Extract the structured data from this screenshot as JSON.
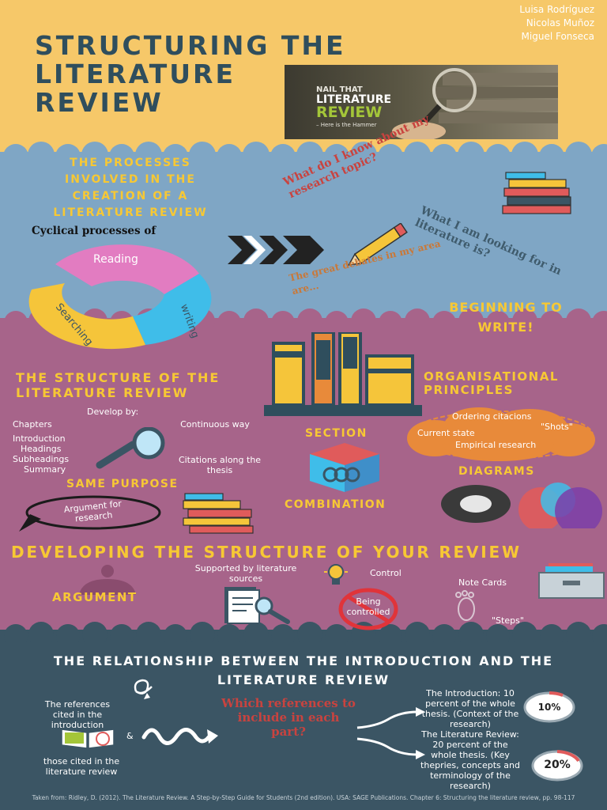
{
  "authors": [
    "Luisa Rodríguez",
    "Nicolas Muñoz",
    "Miguel Fonseca"
  ],
  "title_lines": [
    "STRUCTURING THE",
    "LITERATURE",
    "REVIEW"
  ],
  "hero": {
    "line1": "NAIL THAT",
    "line2": "LITERATURE",
    "line3": "REVIEW",
    "line4": "– Here is the Hammer"
  },
  "processes": {
    "heading": "The processes involved in the creation of a literature review",
    "cyclical": "Cyclical processes of",
    "cycle": [
      "Reading",
      "writing",
      "Searching"
    ],
    "q1": "What do I know about my research topic?",
    "q2": "What I am looking for in literature is?",
    "q3": "The great debates in my area are...",
    "beginning": "Beginning to write!"
  },
  "structure": {
    "heading": "THE STRUCTURE OF THE LITERATURE REVIEW",
    "develop_by": "Develop by:",
    "chapters": "Chapters",
    "list": [
      "Introduction",
      "Headings",
      "Subheadings",
      "Summary"
    ],
    "continuous": "Continuous way",
    "citations": "Citations along the thesis",
    "same_purpose": "SAME PURPOSE",
    "argument": "Argument for research",
    "section": "SECTION",
    "combination": "COMBINATION"
  },
  "organisational": {
    "heading": "ORGANISATIONAL PRINCIPLES",
    "items": [
      "Ordering citacions",
      "\"Shots\"",
      "Current state",
      "Empirical research"
    ],
    "diagrams": "DIAGRAMS"
  },
  "developing": {
    "heading": "DEVELOPING THE STRUCTURE OF YOUR REVIEW",
    "argument": "ARGUMENT",
    "supported": "Supported by literature sources",
    "control": "Control",
    "being_controlled": "Being controlled",
    "note_cards": "Note Cards",
    "steps": "\"Steps\""
  },
  "relationship": {
    "heading": "THE RELATIONSHIP BETWEEN THE INTRODUCTION AND THE LITERATURE REVIEW",
    "refs_intro": "The references cited in the introduction",
    "amp": "&",
    "refs_review": "those cited in the literature review",
    "which": "Which references to include in each part?",
    "intro_desc": "The Introduction: 10 percent of the whole thesis. (Context of the research)",
    "review_desc": "The Literature Review: 20 percent of the whole thesis. (Key thepries, concepts and terminology of the research)",
    "pct1": "10%",
    "pct2": "20%"
  },
  "footer": "Taken from: Ridley, D. (2012). The Literature Review. A Step-by-Step Guide for Students (2nd edition). USA: SAGE Publications. Chapter 6: Structuring the literature review, pp. 98-117",
  "colors": {
    "yellow": "#f6c869",
    "blue": "#7fa6c5",
    "purple": "#a7648a",
    "dark": "#3b5564",
    "accent": "#f7c834",
    "red": "#c9433f"
  }
}
